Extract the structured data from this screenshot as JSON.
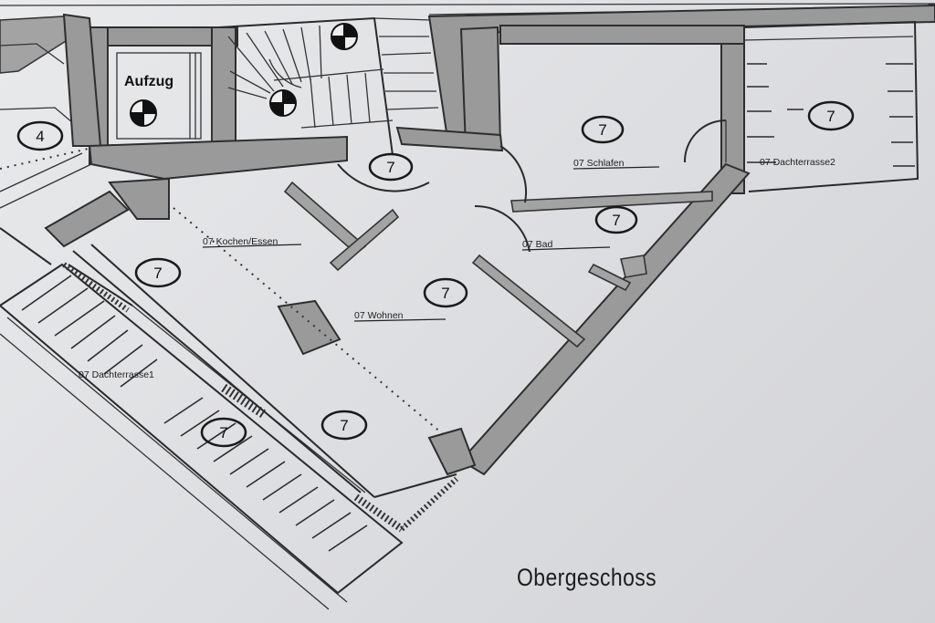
{
  "floor_title": "Obergeschoss",
  "elevator_label": "Aufzug",
  "rooms": [
    {
      "id": "schlafen",
      "label": "07 Schlafen",
      "marker": "7"
    },
    {
      "id": "dachterrasse2",
      "label": "07 Dachterrasse2",
      "marker": "7"
    },
    {
      "id": "bad",
      "label": "07 Bad",
      "marker": "7"
    },
    {
      "id": "kochen-essen",
      "label": "07 Kochen/Essen",
      "marker": "7"
    },
    {
      "id": "wohnen",
      "label": "07 Wohnen",
      "marker": "7"
    },
    {
      "id": "dachterrasse1",
      "label": "07 Dachterrasse1",
      "marker": "7"
    }
  ],
  "extra_markers": {
    "hall": "7",
    "living_lower": "7",
    "neighbor": "4"
  }
}
